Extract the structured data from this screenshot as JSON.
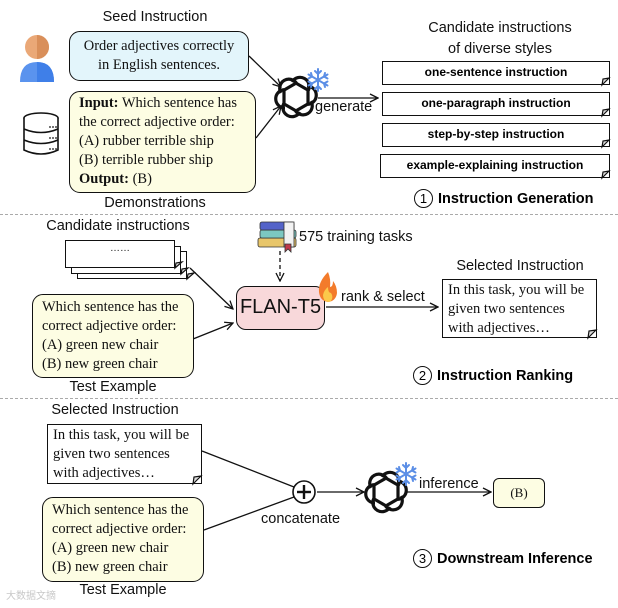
{
  "section1": {
    "seed_label": "Seed Instruction",
    "seed_text": [
      "Order adjectives correctly",
      "in English sentences."
    ],
    "demo_lines": [
      {
        "bold": "Input:",
        "text": " Which sentence has"
      },
      {
        "bold": "",
        "text": "the correct adjective order:"
      },
      {
        "bold": "",
        "text": "(A) rubber terrible ship"
      },
      {
        "bold": "",
        "text": "(B) terrible rubber ship"
      },
      {
        "bold": "Output:",
        "text": " (B)"
      }
    ],
    "demo_label": "Demonstrations",
    "generate_label": "generate",
    "candidates_title": [
      "Candidate instructions",
      "of diverse styles"
    ],
    "candidates": [
      "one-sentence instruction",
      "one-paragraph instruction",
      "step-by-step instruction",
      "example-explaining instruction"
    ],
    "step": {
      "number": "1",
      "title": "Instruction Generation"
    },
    "icons": [
      "user-icon",
      "database-icon",
      "openai-logo-icon",
      "snowflake-icon"
    ]
  },
  "section2": {
    "candidates_label": "Candidate instructions",
    "candidates_placeholder": "……",
    "books_label": "575 training tasks",
    "model_label": "FLAN-T5",
    "rank_label": "rank & select",
    "selected_label": "Selected Instruction",
    "selected_text": [
      "In this task, you will be",
      "given two sentences",
      "with adjectives…"
    ],
    "test_lines": [
      "Which sentence has the",
      "correct adjective order:",
      "(A) green new chair",
      "(B) new green chair"
    ],
    "test_label": "Test Example",
    "step": {
      "number": "2",
      "title": "Instruction Ranking"
    },
    "icons": [
      "books-icon",
      "fire-icon"
    ]
  },
  "section3": {
    "selected_label": "Selected Instruction",
    "selected_text": [
      "In this task, you will be",
      "given two sentences",
      "with adjectives…"
    ],
    "test_lines": [
      "Which sentence has the",
      "correct adjective order:",
      "(A) green new chair",
      "(B) new green chair"
    ],
    "test_label": "Test Example",
    "concat_label": "concatenate",
    "inference_label": "inference",
    "output_text": "(B)",
    "step": {
      "number": "3",
      "title": "Downstream Inference"
    },
    "watermark": "大数据文摘"
  },
  "colors": {
    "seed_box": "#e3f5fb",
    "cream_box": "#fdfde3",
    "model_box": "#f8d8da",
    "snowflake": "#5b8ee6",
    "divider": "#aaaaaa"
  }
}
